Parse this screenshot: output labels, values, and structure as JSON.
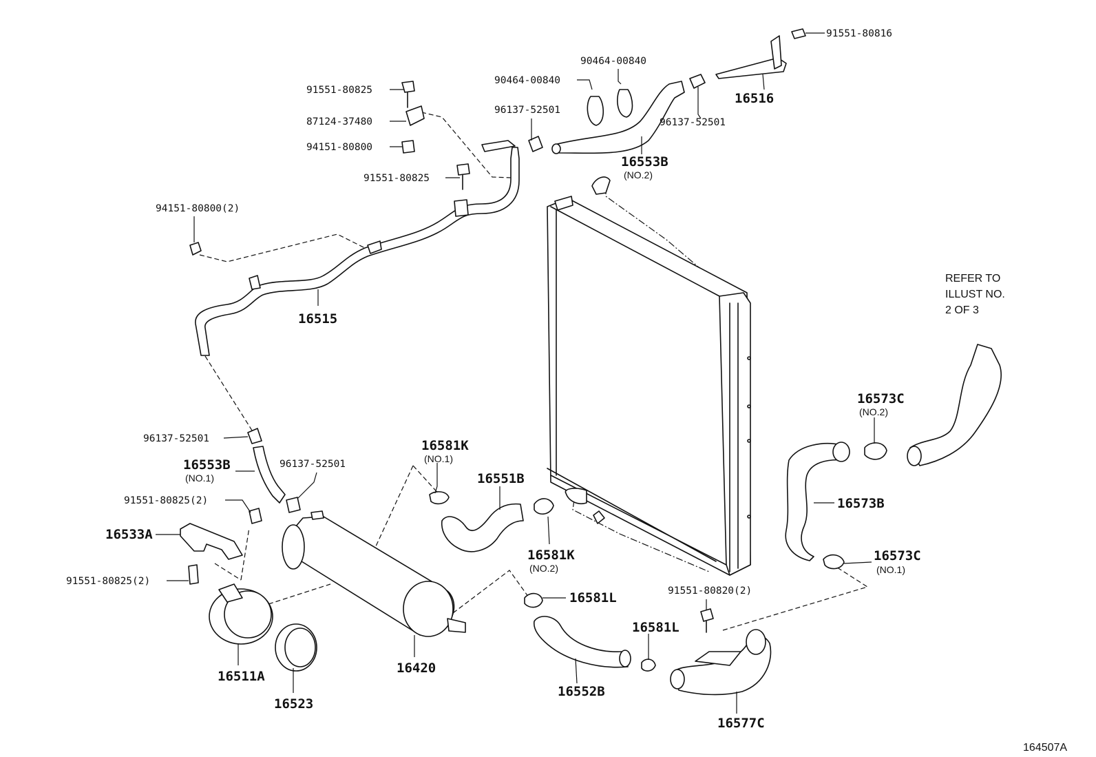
{
  "diagram": {
    "labels": {
      "l_91551_80816": "91551-80816",
      "l_90464_00840_a": "90464-00840",
      "l_90464_00840_b": "90464-00840",
      "l_91551_80825_a": "91551-80825",
      "l_87124_37480": "87124-37480",
      "l_94151_80800": "94151-80800",
      "l_96137_52501_a": "96137-52501",
      "l_96137_52501_b": "96137-52501",
      "l_16516": "16516",
      "l_16553b_no2": "16553B",
      "l_16553b_no2_sub": "(NO.2)",
      "l_91551_80825_b": "91551-80825",
      "l_94151_80800_2": "94151-80800(2)",
      "l_16515": "16515",
      "l_refer": "REFER TO",
      "l_illust": "ILLUST NO.",
      "l_2of3": "2 OF 3",
      "l_16573c_no2": "16573C",
      "l_16573c_no2_sub": "(NO.2)",
      "l_96137_52501_c": "96137-52501",
      "l_16553b_no1": "16553B",
      "l_16553b_no1_sub": "(NO.1)",
      "l_96137_52501_d": "96137-52501",
      "l_16581k_no1": "16581K",
      "l_16581k_no1_sub": "(NO.1)",
      "l_16551b": "16551B",
      "l_91551_80825_2a": "91551-80825(2)",
      "l_16533a": "16533A",
      "l_91551_80825_2b": "91551-80825(2)",
      "l_16581k_no2": "16581K",
      "l_16581k_no2_sub": "(NO.2)",
      "l_16573b": "16573B",
      "l_16573c_no1": "16573C",
      "l_16573c_no1_sub": "(NO.1)",
      "l_91551_80820_2": "91551-80820(2)",
      "l_16581l_a": "16581L",
      "l_16581l_b": "16581L",
      "l_16511a": "16511A",
      "l_16523": "16523",
      "l_16420": "16420",
      "l_16552b": "16552B",
      "l_16577c": "16577C",
      "l_index": "164507A"
    }
  }
}
